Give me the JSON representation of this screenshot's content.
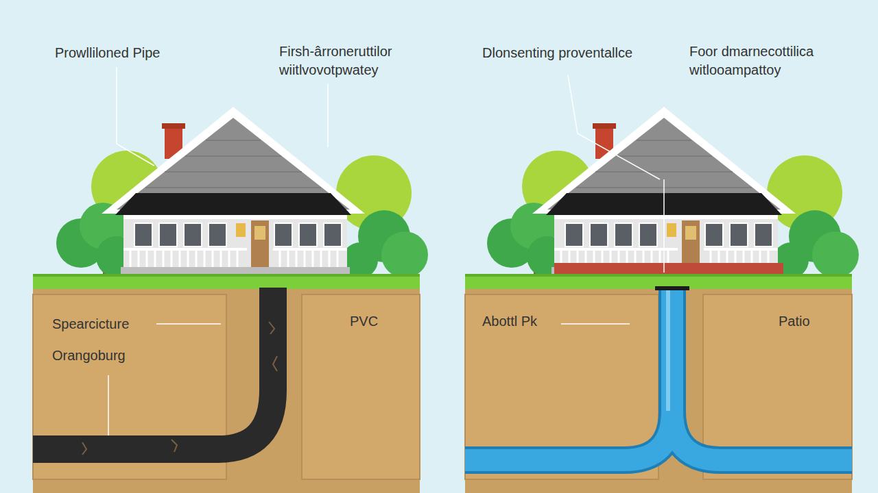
{
  "diagram": {
    "labels": [
      "Prowlliloned Pipe",
      "Firsh-ârroneruttilor wiitlvovotpwatey",
      "Dlonsenting proventallce",
      "Foor dmarnecottilica witlooampattoy",
      "Spearcicture",
      "Orangoburg",
      "PVC",
      "Abottl Pk",
      "Patio"
    ]
  }
}
